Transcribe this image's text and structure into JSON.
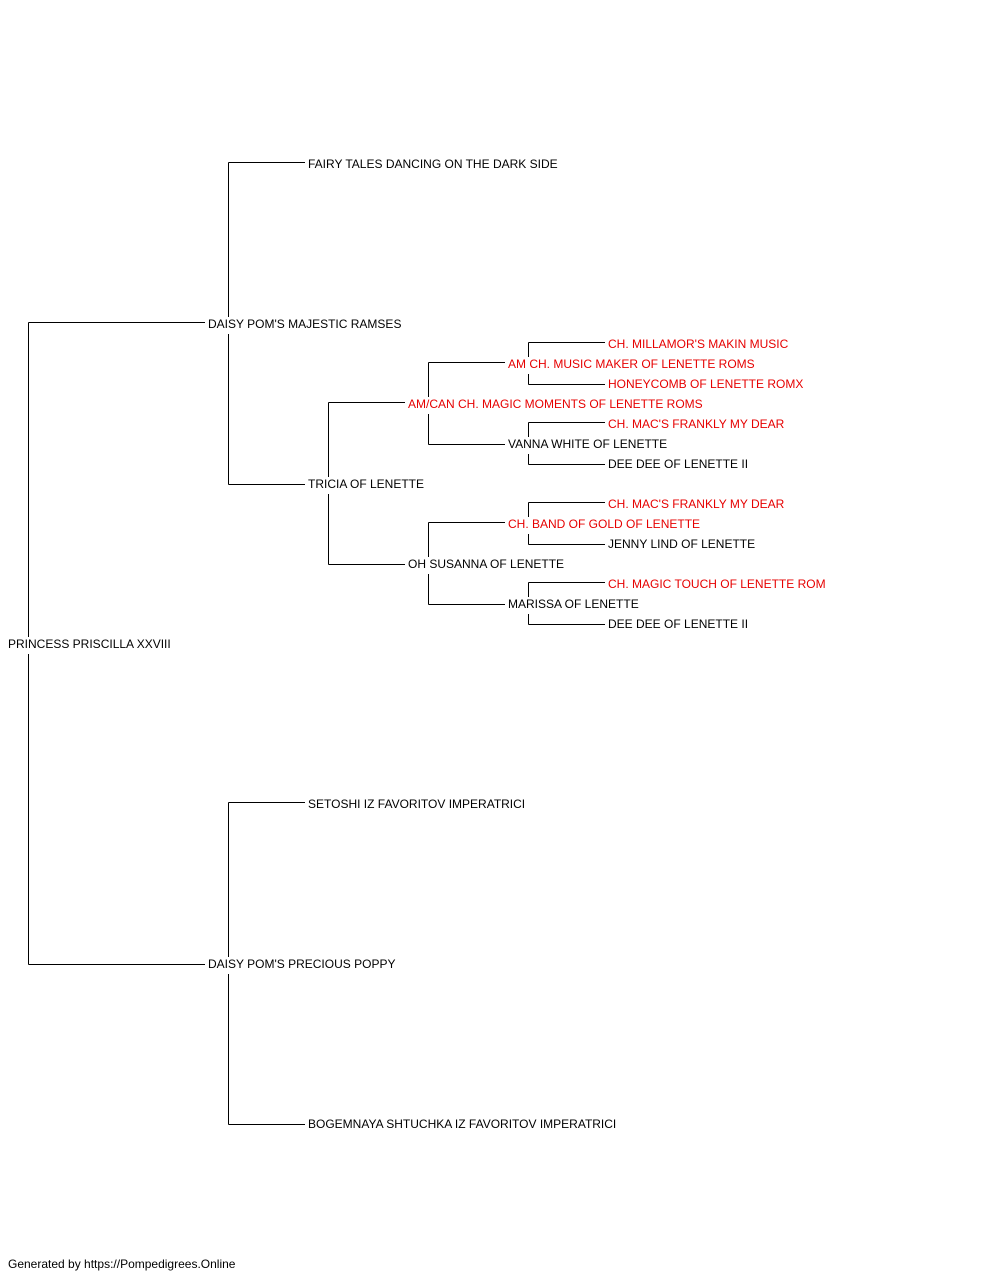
{
  "colors": {
    "champion": "#e60000",
    "normal": "#000000",
    "lines": "#000000"
  },
  "pedigree": {
    "subject": {
      "name": "PRINCESS PRISCILLA XXVIII",
      "champion": false
    },
    "sire": {
      "name": "DAISY POM'S MAJESTIC RAMSES",
      "champion": false
    },
    "dam": {
      "name": "DAISY POM'S PRECIOUS POPPY",
      "champion": false
    },
    "sire_sire": {
      "name": "FAIRY TALES DANCING ON THE DARK SIDE",
      "champion": false
    },
    "sire_dam": {
      "name": "TRICIA OF LENETTE",
      "champion": false
    },
    "dam_sire": {
      "name": "SETOSHI IZ FAVORITOV IMPERATRICI",
      "champion": false
    },
    "dam_dam": {
      "name": "BOGEMNAYA SHTUCHKA IZ FAVORITOV IMPERATRICI",
      "champion": false
    },
    "sire_dam_sire": {
      "name": "AM/CAN CH. MAGIC MOMENTS OF LENETTE ROMS",
      "champion": true
    },
    "sire_dam_dam": {
      "name": "OH SUSANNA OF LENETTE",
      "champion": false
    },
    "sire_dam_sire_sire": {
      "name": "AM CH. MUSIC MAKER OF LENETTE ROMS",
      "champion": true
    },
    "sire_dam_sire_dam": {
      "name": "VANNA WHITE OF LENETTE",
      "champion": false
    },
    "sire_dam_dam_sire": {
      "name": "CH. BAND OF GOLD OF LENETTE",
      "champion": true
    },
    "sire_dam_dam_dam": {
      "name": "MARISSA OF LENETTE",
      "champion": false
    },
    "sire_dam_sire_sire_sire": {
      "name": "CH. MILLAMOR'S MAKIN MUSIC",
      "champion": true
    },
    "sire_dam_sire_sire_dam": {
      "name": "HONEYCOMB OF LENETTE ROMX",
      "champion": true
    },
    "sire_dam_sire_dam_sire": {
      "name": "CH. MAC'S FRANKLY MY DEAR",
      "champion": true
    },
    "sire_dam_sire_dam_dam": {
      "name": "DEE DEE OF LENETTE II",
      "champion": false
    },
    "sire_dam_dam_sire_sire": {
      "name": "CH. MAC'S FRANKLY MY DEAR",
      "champion": true
    },
    "sire_dam_dam_sire_dam": {
      "name": "JENNY LIND OF LENETTE",
      "champion": false
    },
    "sire_dam_dam_dam_sire": {
      "name": "CH. MAGIC TOUCH OF LENETTE ROM",
      "champion": true
    },
    "sire_dam_dam_dam_dam": {
      "name": "DEE DEE OF LENETTE II",
      "champion": false
    }
  },
  "footer": {
    "text": "Generated by https://Pompedigrees.Online"
  }
}
